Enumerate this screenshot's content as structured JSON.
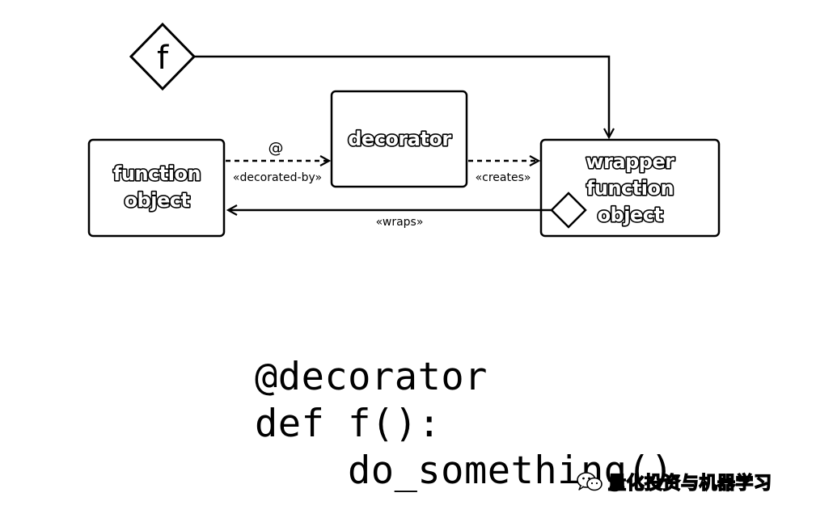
{
  "diagram": {
    "nodes": {
      "f": "f",
      "function_object": [
        "function",
        "object"
      ],
      "decorator": "decorator",
      "wrapper": [
        "wrapper",
        "function",
        "object"
      ]
    },
    "edges": {
      "decorated_by_symbol": "@",
      "decorated_by": "«decorated-by»",
      "creates": "«creates»",
      "wraps": "«wraps»"
    }
  },
  "code": {
    "lines": [
      "@decorator",
      "def f():",
      "do_something()"
    ]
  },
  "watermark": {
    "text": "量化投资与机器学习",
    "icon": "wechat-icon"
  }
}
